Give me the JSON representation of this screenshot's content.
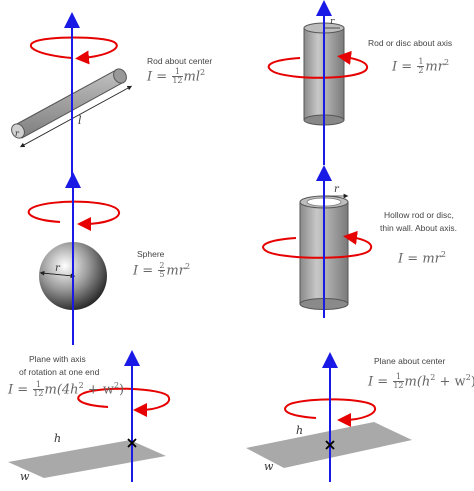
{
  "panels": {
    "rod_center": {
      "caption": "Rod about center",
      "formula": {
        "lhs": "I",
        "eq": "=",
        "frac_num": "1",
        "frac_den": "12",
        "rest": "ml",
        "exp": "2"
      },
      "labels": {
        "length": "l",
        "radius": "r"
      }
    },
    "rod_axis": {
      "caption": "Rod or disc about axis",
      "formula": {
        "lhs": "I",
        "eq": "=",
        "frac_num": "1",
        "frac_den": "2",
        "rest": "mr",
        "exp": "2"
      },
      "labels": {
        "radius": "r"
      }
    },
    "sphere": {
      "caption": "Sphere",
      "formula": {
        "lhs": "I",
        "eq": "=",
        "frac_num": "2",
        "frac_den": "5",
        "rest": "mr",
        "exp": "2"
      },
      "labels": {
        "radius": "r"
      }
    },
    "hollow": {
      "caption_lines": [
        "Hollow rod or disc,",
        "thin wall. About axis."
      ],
      "formula": {
        "lhs": "I",
        "eq": "=",
        "rest": "mr",
        "exp": "2"
      },
      "labels": {
        "radius": "r"
      }
    },
    "plane_end": {
      "caption_lines": [
        "Plane with axis",
        "of rotation at one end"
      ],
      "formula": {
        "lhs": "I",
        "eq": "=",
        "frac_num": "1",
        "frac_den": "12",
        "rest": "m(4h",
        "exp1": "2",
        "mid": " + w",
        "exp2": "2",
        "close": ")"
      },
      "labels": {
        "h": "h",
        "w": "w"
      }
    },
    "plane_center": {
      "caption": "Plane about center",
      "formula": {
        "lhs": "I",
        "eq": "=",
        "frac_num": "1",
        "frac_den": "12",
        "rest": "m(h",
        "exp1": "2",
        "mid": " + w",
        "exp2": "2",
        "close": ")"
      },
      "labels": {
        "h": "h",
        "w": "w"
      }
    }
  },
  "colors": {
    "axis": "#1a1ae6",
    "rotation": "#e60000",
    "object": "#a8a8a8",
    "plane": "#a9a9a9"
  }
}
